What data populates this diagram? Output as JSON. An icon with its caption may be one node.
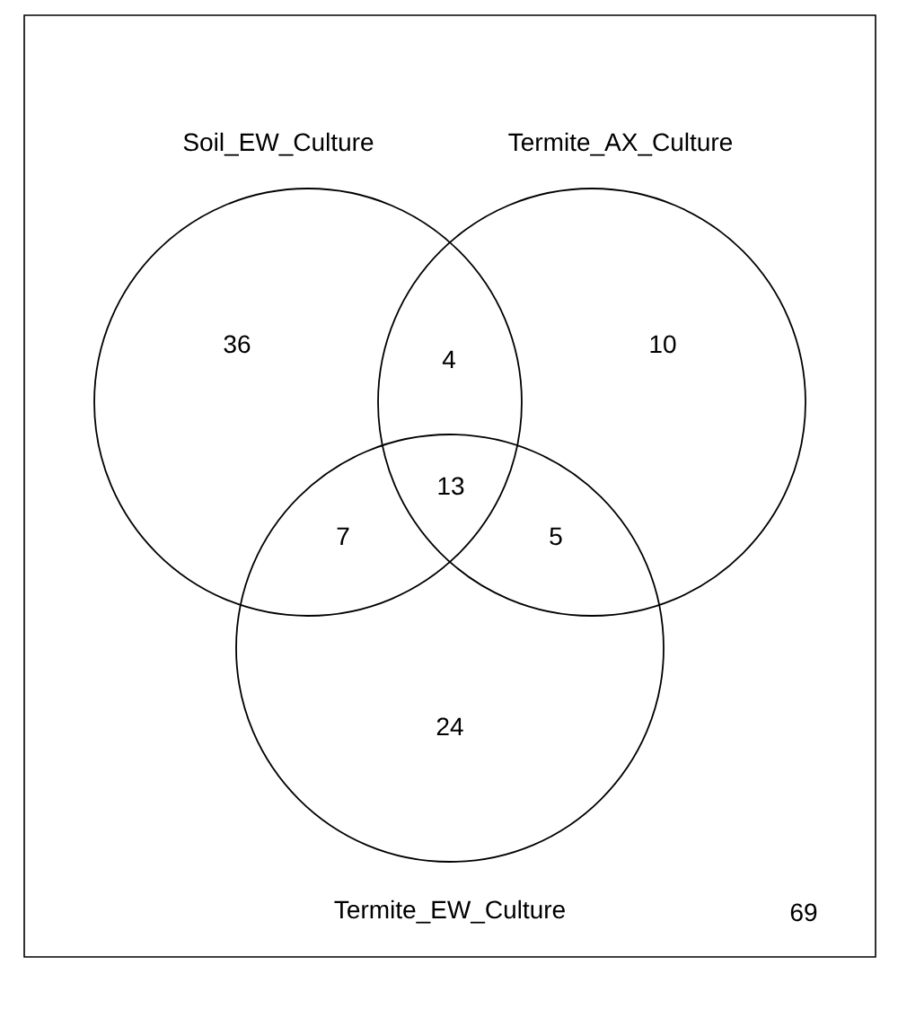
{
  "diagram": {
    "nodes": [
      {
        "text": [
          "Soil_EW_Culture"
        ]
      },
      {
        "text": [
          "Termite_AX_Culture"
        ]
      },
      {
        "text": [
          "Termite_EW_Culture"
        ]
      }
    ],
    "labels": [
      "36",
      "4",
      "10",
      "13",
      "7",
      "5",
      "24",
      "69"
    ]
  }
}
